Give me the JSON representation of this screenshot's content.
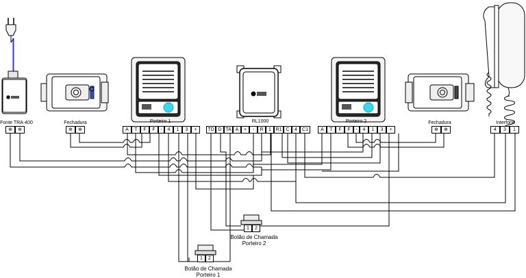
{
  "devices": {
    "fonte": {
      "label": "Fonte TRA-400",
      "terminals": [
        "⊕",
        "⊕"
      ]
    },
    "fechadura_1": {
      "label": "Fechadura",
      "terminals": [
        "⊕",
        "⊕"
      ]
    },
    "porteiro_1": {
      "label": "Porteiro 1",
      "terminals": [
        "A",
        "T",
        "F",
        "F",
        "-",
        "4",
        "1",
        "3",
        "+"
      ]
    },
    "rl1000": {
      "label": "RL1000",
      "terminals": [
        "TD",
        "D",
        "TA",
        "A",
        "+",
        "-",
        "R",
        "1",
        "R1",
        "C",
        "4",
        "C1"
      ]
    },
    "porteiro_2": {
      "label": "Porteiro 2",
      "terminals": [
        "A",
        "T",
        "F",
        "F",
        "-",
        "4",
        "1",
        "3",
        "+"
      ]
    },
    "fechadura_2": {
      "label": "Fechadura",
      "terminals": [
        "⊕",
        "⊕"
      ]
    },
    "interfone": {
      "label": "Interfone",
      "terminals": [
        "4",
        "3",
        "1"
      ]
    }
  },
  "buttons": {
    "botao_1": {
      "label_line1": "Botão de Chamada",
      "label_line2": "Porteiro 1",
      "terminals": [
        "1",
        "2"
      ]
    },
    "botao_2": {
      "label_line1": "Botão de Chamada",
      "label_line2": "Porteiro 2",
      "terminals": [
        "1",
        "2"
      ]
    }
  }
}
